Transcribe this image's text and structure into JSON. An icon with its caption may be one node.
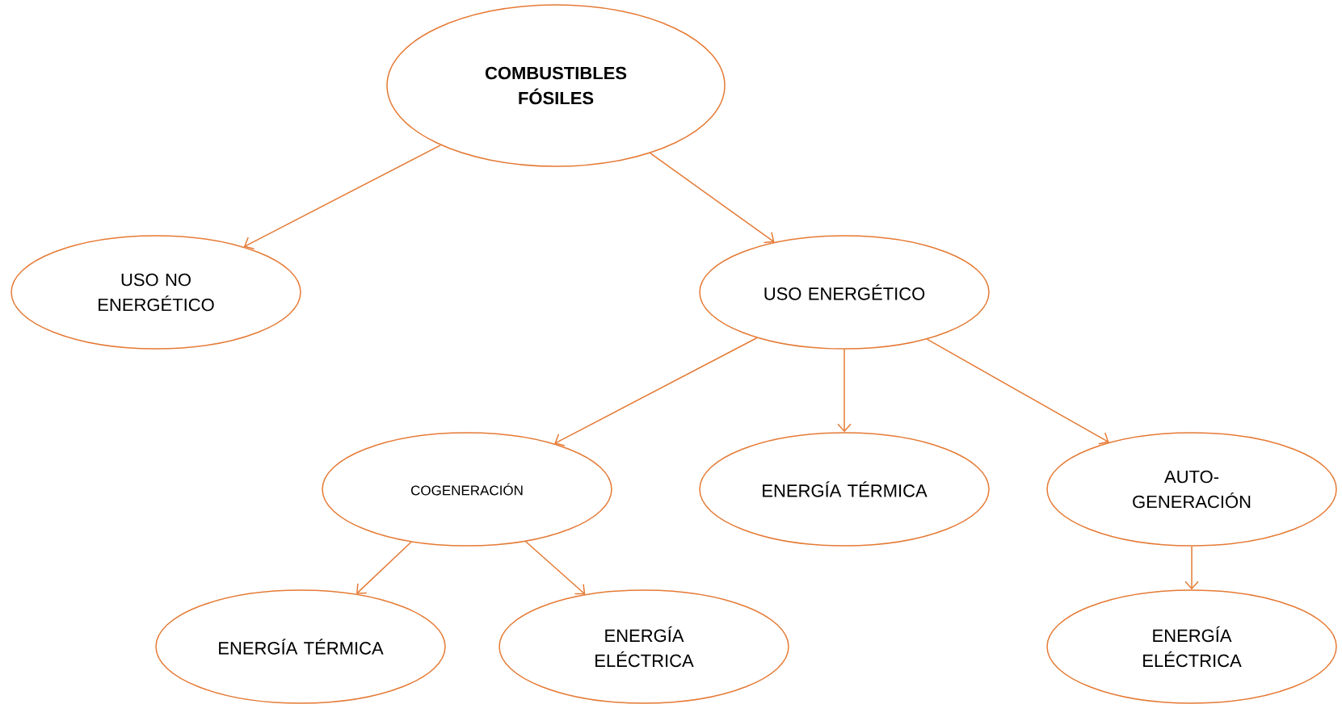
{
  "diagram": {
    "nodes": [
      {
        "text": [
          "COMBUSTIBLES FÓSILES"
        ]
      },
      {
        "text": [
          "USO NO ENERGÉTICO"
        ]
      },
      {
        "text": [
          "USO ENERGÉTICO"
        ]
      },
      {
        "text": [
          "COGENERACIÓN"
        ]
      },
      {
        "text": [
          "ENERGÍA TÉRMICA"
        ]
      },
      {
        "text": [
          "AUTO-GENERACIÓN"
        ]
      },
      {
        "text": [
          "ENERGÍA TÉRMICA"
        ]
      },
      {
        "text": [
          "ENERGÍA ELÉCTRICA"
        ]
      },
      {
        "text": [
          "ENERGÍA ELÉCTRICA"
        ]
      }
    ],
    "edges": [
      {
        "from": 0,
        "to": 1,
        "arrow": "to"
      },
      {
        "from": 0,
        "to": 2,
        "arrow": "to"
      },
      {
        "from": 2,
        "to": 3,
        "arrow": "to"
      },
      {
        "from": 2,
        "to": 4,
        "arrow": "to"
      },
      {
        "from": 2,
        "to": 5,
        "arrow": "to"
      },
      {
        "from": 3,
        "to": 6,
        "arrow": "to"
      },
      {
        "from": 3,
        "to": 7,
        "arrow": "to"
      },
      {
        "from": 5,
        "to": 8,
        "arrow": "to"
      }
    ]
  }
}
